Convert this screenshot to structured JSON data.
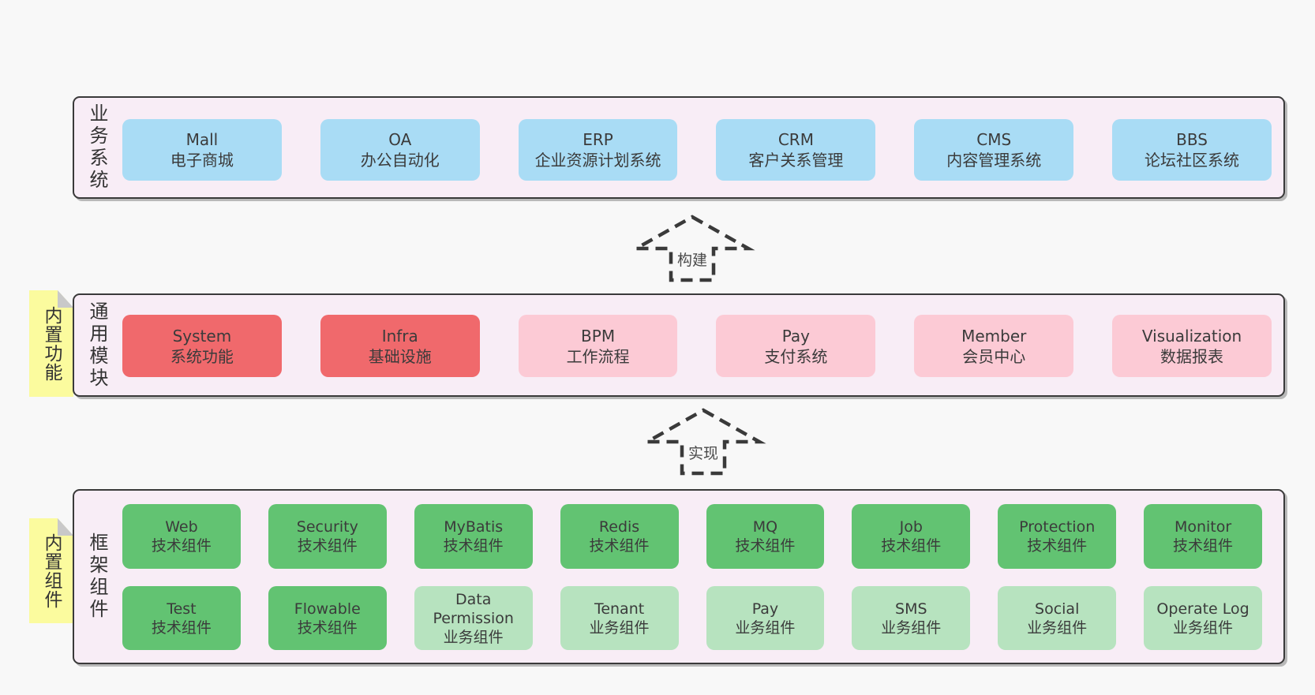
{
  "diagram": {
    "layers": [
      {
        "name": "业务系统",
        "boxes": [
          {
            "title": "Mall",
            "subtitle": "电子商城",
            "variant": "blue"
          },
          {
            "title": "OA",
            "subtitle": "办公自动化",
            "variant": "blue"
          },
          {
            "title": "ERP",
            "subtitle": "企业资源计划系统",
            "variant": "blue"
          },
          {
            "title": "CRM",
            "subtitle": "客户关系管理",
            "variant": "blue"
          },
          {
            "title": "CMS",
            "subtitle": "内容管理系统",
            "variant": "blue"
          },
          {
            "title": "BBS",
            "subtitle": "论坛社区系统",
            "variant": "blue"
          }
        ]
      },
      {
        "name": "通用模块",
        "sticky": "内置功能",
        "boxes": [
          {
            "title": "System",
            "subtitle": "系统功能",
            "variant": "red"
          },
          {
            "title": "Infra",
            "subtitle": "基础设施",
            "variant": "red"
          },
          {
            "title": "BPM",
            "subtitle": "工作流程",
            "variant": "pink"
          },
          {
            "title": "Pay",
            "subtitle": "支付系统",
            "variant": "pink"
          },
          {
            "title": "Member",
            "subtitle": "会员中心",
            "variant": "pink"
          },
          {
            "title": "Visualization",
            "subtitle": "数据报表",
            "variant": "pink"
          }
        ]
      },
      {
        "name": "框架组件",
        "sticky": "内置组件",
        "rows": [
          [
            {
              "title": "Web",
              "subtitle": "技术组件",
              "variant": "green"
            },
            {
              "title": "Security",
              "subtitle": "技术组件",
              "variant": "green"
            },
            {
              "title": "MyBatis",
              "subtitle": "技术组件",
              "variant": "green"
            },
            {
              "title": "Redis",
              "subtitle": "技术组件",
              "variant": "green"
            },
            {
              "title": "MQ",
              "subtitle": "技术组件",
              "variant": "green"
            },
            {
              "title": "Job",
              "subtitle": "技术组件",
              "variant": "green"
            },
            {
              "title": "Protection",
              "subtitle": "技术组件",
              "variant": "green"
            },
            {
              "title": "Monitor",
              "subtitle": "技术组件",
              "variant": "green"
            }
          ],
          [
            {
              "title": "Test",
              "subtitle": "技术组件",
              "variant": "green"
            },
            {
              "title": "Flowable",
              "subtitle": "技术组件",
              "variant": "green"
            },
            {
              "title": "Data Permission",
              "subtitle": "业务组件",
              "variant": "lightgreen"
            },
            {
              "title": "Tenant",
              "subtitle": "业务组件",
              "variant": "lightgreen"
            },
            {
              "title": "Pay",
              "subtitle": "业务组件",
              "variant": "lightgreen"
            },
            {
              "title": "SMS",
              "subtitle": "业务组件",
              "variant": "lightgreen"
            },
            {
              "title": "Social",
              "subtitle": "业务组件",
              "variant": "lightgreen"
            },
            {
              "title": "Operate Log",
              "subtitle": "业务组件",
              "variant": "lightgreen"
            }
          ]
        ]
      }
    ],
    "arrows": [
      {
        "label": "构建"
      },
      {
        "label": "实现"
      }
    ],
    "colors": {
      "page_bg": "#f8f8f8",
      "layer_bg": "#f8edf6",
      "layer_border": "#3a3a3a",
      "blue": "#a9dcf5",
      "red": "#f0696c",
      "pink": "#fccad5",
      "green": "#62c372",
      "lightgreen": "#b7e3bf",
      "sticky_yellow": "#fbfb9e",
      "sticky_fold": "#c9c9c9",
      "text": "#3b3b3b"
    }
  }
}
